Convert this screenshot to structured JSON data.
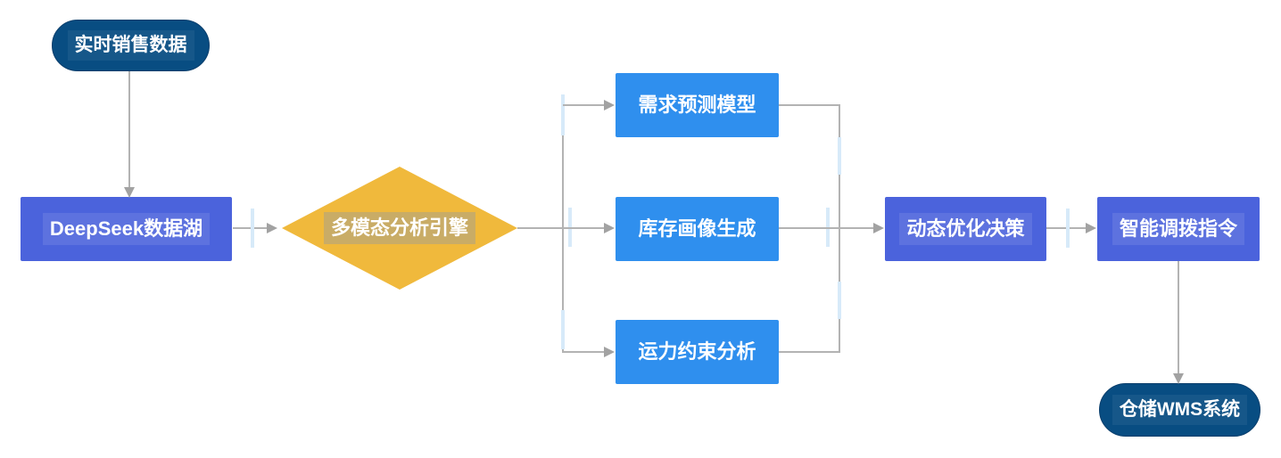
{
  "diagram": {
    "title": "supply-chain-ai-flowchart",
    "background": "#ffffff",
    "nodes": {
      "source": {
        "label": "实时销售数据",
        "shape": "stadium"
      },
      "datalake": {
        "label": "DeepSeek数据湖",
        "shape": "rect"
      },
      "engine": {
        "label": "多模态分析引擎",
        "shape": "diamond"
      },
      "demand": {
        "label": "需求预测模型",
        "shape": "rect"
      },
      "inventory": {
        "label": "库存画像生成",
        "shape": "rect"
      },
      "capacity": {
        "label": "运力约束分析",
        "shape": "rect"
      },
      "decision": {
        "label": "动态优化决策",
        "shape": "rect"
      },
      "command": {
        "label": "智能调拨指令",
        "shape": "rect"
      },
      "wms": {
        "label": "仓储WMS系统",
        "shape": "stadium"
      }
    },
    "edges": [
      {
        "from": "source",
        "to": "datalake"
      },
      {
        "from": "datalake",
        "to": "engine"
      },
      {
        "from": "engine",
        "to": "demand"
      },
      {
        "from": "engine",
        "to": "inventory"
      },
      {
        "from": "engine",
        "to": "capacity"
      },
      {
        "from": "demand",
        "to": "decision"
      },
      {
        "from": "inventory",
        "to": "decision"
      },
      {
        "from": "capacity",
        "to": "decision"
      },
      {
        "from": "decision",
        "to": "command"
      },
      {
        "from": "command",
        "to": "wms"
      }
    ],
    "colors": {
      "stadium_fill": "#084D82",
      "primary_fill": "#4B63DC",
      "secondary_fill": "#2F8FEE",
      "diamond_fill": "#F0B93C",
      "diamond_label_bg": "#C9AC66",
      "edge_line": "#B3B3B3",
      "edge_tick": "#D7EAF9",
      "text": "#FFFFFF"
    }
  }
}
